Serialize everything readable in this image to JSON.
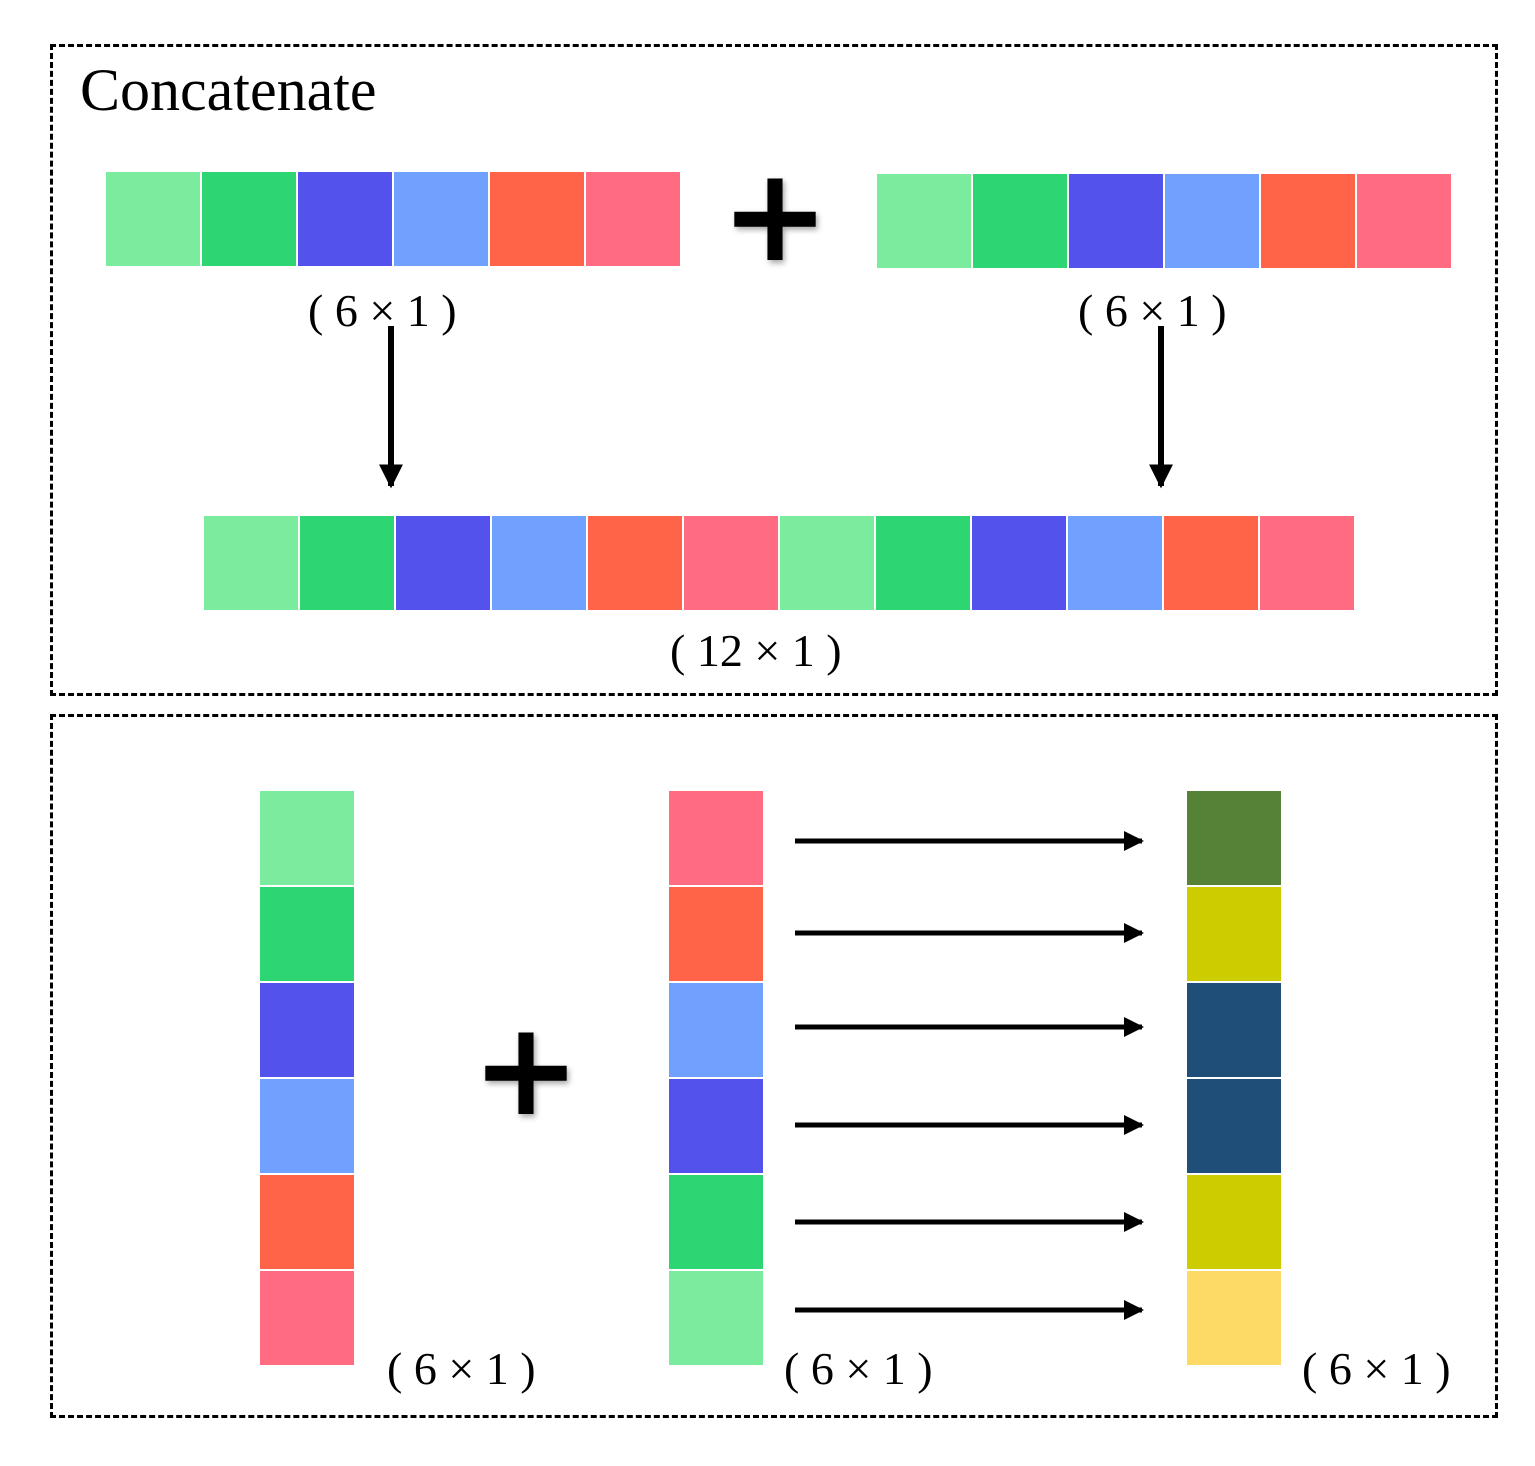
{
  "title": "Concatenate",
  "plus_symbol": "+",
  "dim_labels": {
    "top_left": "( 6 × 1 )",
    "top_right": "( 6 × 1 )",
    "concat_result": "( 12 × 1 )",
    "bottom_left": "( 6 × 1 )",
    "bottom_middle": "( 6 × 1 )",
    "bottom_right": "( 6 × 1 )"
  },
  "colors": {
    "light_green": "#7BEC9D",
    "green": "#2ED573",
    "indigo": "#5352ED",
    "blue": "#70A1FF",
    "tomato": "#FF6348",
    "pink": "#FF6B81",
    "olive": "#568237",
    "yellow_olive": "#CCCC00",
    "navy": "#1F4E79",
    "sand": "#FDD966"
  },
  "vectors": {
    "top_left": [
      "light_green",
      "green",
      "indigo",
      "blue",
      "tomato",
      "pink"
    ],
    "top_right": [
      "light_green",
      "green",
      "indigo",
      "blue",
      "tomato",
      "pink"
    ],
    "concat_result": [
      "light_green",
      "green",
      "indigo",
      "blue",
      "tomato",
      "pink",
      "light_green",
      "green",
      "indigo",
      "blue",
      "tomato",
      "pink"
    ],
    "bottom_left": [
      "light_green",
      "green",
      "indigo",
      "blue",
      "tomato",
      "pink"
    ],
    "bottom_middle": [
      "pink",
      "tomato",
      "blue",
      "indigo",
      "green",
      "light_green"
    ],
    "bottom_right": [
      "olive",
      "yellow_olive",
      "navy",
      "navy",
      "yellow_olive",
      "sand"
    ]
  }
}
